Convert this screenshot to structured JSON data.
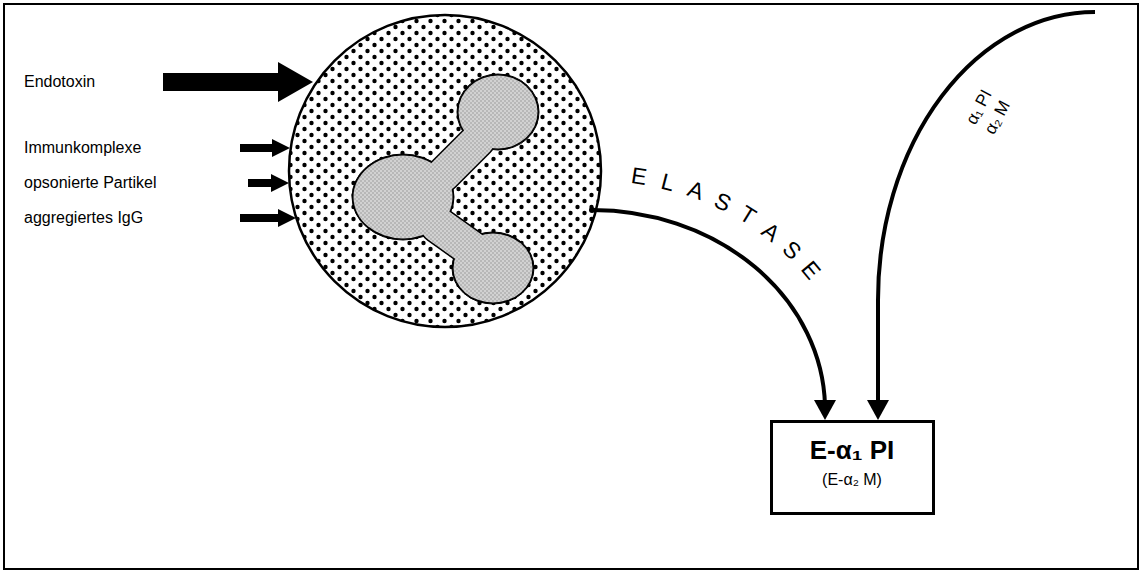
{
  "diagram": {
    "nodes": [
      {
        "text": [
          "E-α₁ PI",
          "(E-α₂ M)"
        ]
      }
    ],
    "labels": [
      "Endotoxin",
      "Immunkomplexe",
      "opsonierte Partikel",
      "aggregiertes IgG",
      "ELASTASE",
      "α₁ PI",
      "α₂ M"
    ]
  }
}
